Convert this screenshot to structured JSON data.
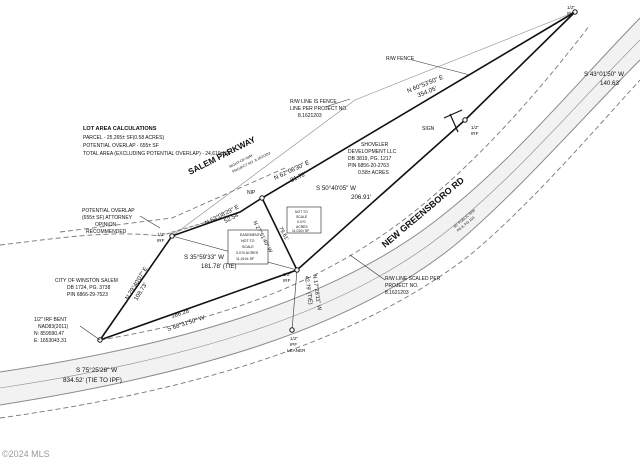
{
  "legend": {
    "title": "LOT AREA CALCULATIONS",
    "lines": [
      "PARCEL - 25,265± SF(0.58 ACRES)",
      "POTENTIAL OVERLAP - 655± SF",
      "TOTAL AREA (EXCLUDING POTENTIAL OVERLAP) - 24,610± SF"
    ]
  },
  "roads": {
    "salem_parkway": "SALEM PARKWAY",
    "salem_parkway_sub": [
      "RIGHT-OF-WAY",
      "PROJECT NO. 8.1621203"
    ],
    "new_greensboro_rd": "NEW GREENSBORO RD",
    "new_greensboro_sub": [
      "60' PUBLIC R/W",
      "PB 8, PG 103"
    ]
  },
  "labels": {
    "rw_fence": "R/W FENCE",
    "rw_fence_line": [
      "R/W LINE IS FENCE",
      "LINE PER PROJECT NO.",
      "8.1621203"
    ],
    "sign": "SIGN",
    "rw_scaled": [
      "R/W LINE SCALED PER",
      "PROJECT NO.",
      "8.1621203"
    ],
    "nip": "NIP",
    "iron_top": [
      "1/2\"",
      "IRF"
    ],
    "iron_right": [
      "1/2\"",
      "IRF"
    ],
    "iron_left": [
      "1/2\"",
      "IRF"
    ],
    "iron_mid": [
      "1/2\"",
      "IRF"
    ],
    "iron_bottom": [
      "1/2\"",
      "IPF",
      "LEANER"
    ],
    "potential_overlap": [
      "POTENTIAL OVERLAP",
      "(655± SF) ATTORNEY",
      "OPINION",
      "RECOMMENDED"
    ],
    "city": [
      "CITY OF WINSTON SALEM",
      "DB 1724, PG. 3738",
      "PIN 6866-29-7523"
    ],
    "bent": [
      "1/2\" IRF BENT",
      "NAD83(2011)",
      "N: 859590.47",
      "E: 1653043.31"
    ],
    "shoveler": [
      "SHOVELER",
      "DEVELOPMENT LLC",
      "DB 3819, PG. 1217",
      "PIN 6856-20-2763",
      "0.58± ACRES"
    ],
    "easement_left": [
      "EASEMENT",
      "NOT TO",
      "SCALE",
      "0.0?0 ACRES",
      "11,010± SF"
    ],
    "easement_right": [
      "NOT TO",
      "SCALE",
      "0.0?0",
      "ACRES",
      "11,010± SF"
    ],
    "watermark": "©2024 MLS"
  },
  "bearings": {
    "b_top": [
      "N 60°53'50\" E",
      "354.05'"
    ],
    "b_right": [
      "S 43°01'50\" W",
      "140.63'"
    ],
    "b_inner": [
      "N 62°06'30\" E",
      "81.72'"
    ],
    "b_s50": [
      "S 50°40'05\" W",
      "206.91'"
    ],
    "b_n63": [
      "N 63°08'29\" E",
      "52.54'"
    ],
    "b_tie": [
      "S 35°59'33\" W",
      "181.78' (TIE)"
    ],
    "b_n29": [
      "N 29°40'07\" E",
      "108.73'"
    ],
    "b_186": "186.28'",
    "b_s68": "S 68°31'50\" W",
    "b_mid_v1": "N 27°51'40\" W",
    "b_mid_v2": "79.61'",
    "b_n17": [
      "N 17°28'11\" W",
      "42.79' (TIE)"
    ],
    "b_s75": [
      "S 75°25'28\" W",
      "834.52' (TIE TO IPF)"
    ]
  }
}
